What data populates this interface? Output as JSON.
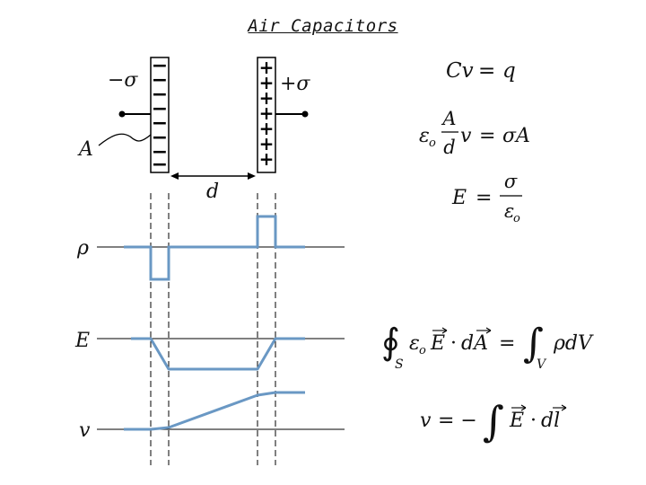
{
  "title": "Air Capacitors",
  "diagram": {
    "labels": {
      "neg_charge": "−σ",
      "pos_charge": "+σ",
      "area": "A",
      "separation": "d"
    },
    "neg_plate_symbols": [
      "−",
      "−",
      "−",
      "−",
      "−",
      "−",
      "−",
      "−"
    ],
    "pos_plate_symbols": [
      "+",
      "+",
      "+",
      "+",
      "+",
      "+",
      "+"
    ],
    "graphs": [
      {
        "label": "ρ"
      },
      {
        "label": "E"
      },
      {
        "label": "v"
      }
    ],
    "curve_color": "#6a98c4"
  },
  "equations": {
    "eq1_lhs": "Cv",
    "eq1_eq": "=",
    "eq1_rhs": "q",
    "eq2_eps": "ε",
    "eq2_eps_sub": "o",
    "eq2_frac_num": "A",
    "eq2_frac_den": "d",
    "eq2_v": "v",
    "eq2_eq": "=",
    "eq2_rhs": "σA",
    "eq3_lhs": "E",
    "eq3_eq": "=",
    "eq3_num": "σ",
    "eq3_den_eps": "ε",
    "eq3_den_sub": "o",
    "gauss_oint": "∮",
    "gauss_sub_s": "S",
    "gauss_eps": "ε",
    "gauss_eps_sub": "o",
    "gauss_E": "E",
    "gauss_dot": "·",
    "gauss_dA": "dA",
    "gauss_eq": "=",
    "gauss_int": "∫",
    "gauss_sub_v": "V",
    "gauss_rhs": "ρdV",
    "pot_v": "v",
    "pot_eq": "= −",
    "pot_int": "∫",
    "pot_E": "E",
    "pot_dot": "·",
    "pot_dl": "dl"
  }
}
